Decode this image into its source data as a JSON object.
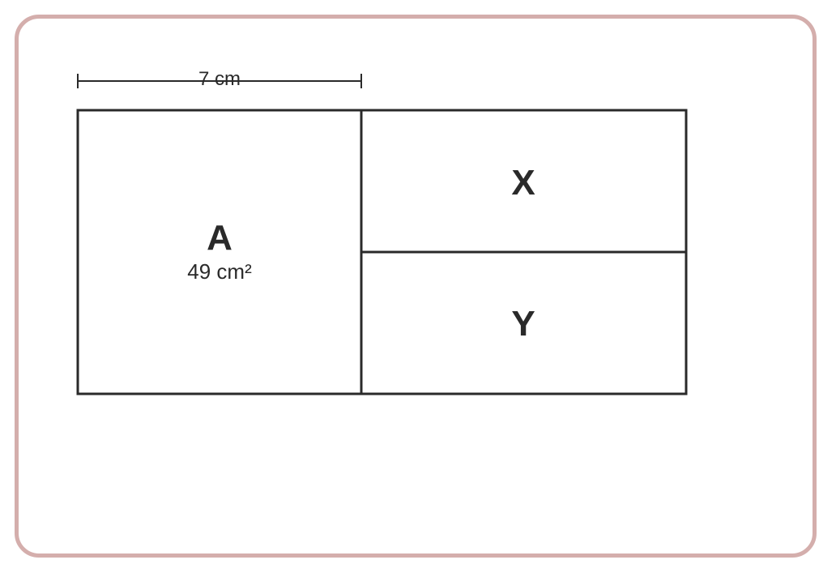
{
  "diagram": {
    "dimension_label": "7 cm",
    "regions": {
      "a": {
        "label": "A",
        "area": "49 cm²"
      },
      "x": {
        "label": "X"
      },
      "y": {
        "label": "Y"
      }
    },
    "colors": {
      "frame_border": "#d4aeac",
      "stroke": "#2a2a2a",
      "background": "#ffffff"
    }
  }
}
